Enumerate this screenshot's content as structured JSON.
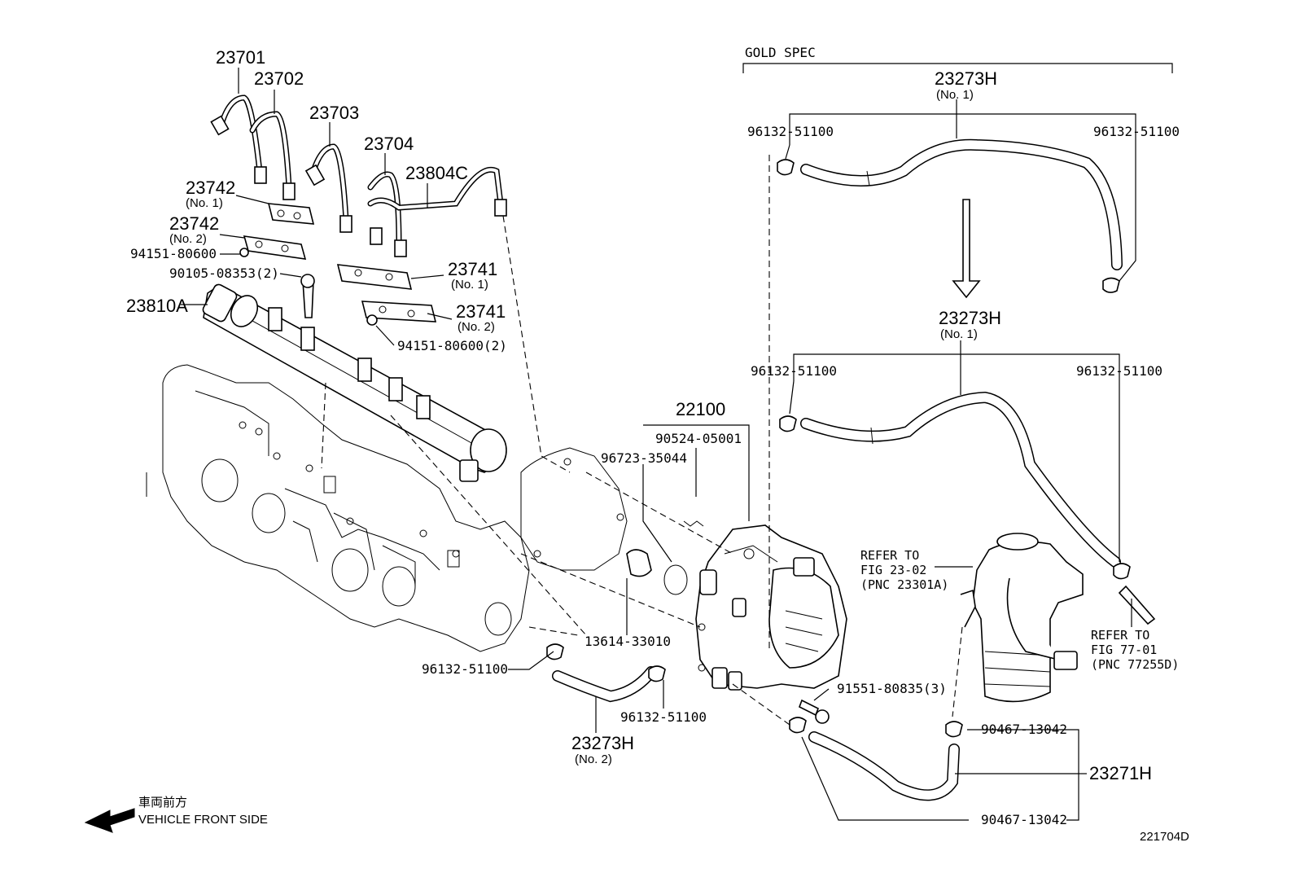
{
  "diagram": {
    "section_header": "GOLD SPEC",
    "figure_id": "221704D",
    "direction": {
      "jp": "車両前方",
      "en": "VEHICLE FRONT SIDE"
    },
    "labels": {
      "p23701": "23701",
      "p23702": "23702",
      "p23703": "23703",
      "p23704": "23704",
      "p23804c": "23804C",
      "p23742_no1": "23742",
      "p23742_no1_sub": "(No. 1)",
      "p23742_no2": "23742",
      "p23742_no2_sub": "(No. 2)",
      "p94151_80600": "94151-80600",
      "p90105": "90105-08353(2)",
      "p23810a": "23810A",
      "p23741_no1": "23741",
      "p23741_no1_sub": "(No. 1)",
      "p23741_no2": "23741",
      "p23741_no2_sub": "(No. 2)",
      "p94151_80600_2": "94151-80600(2)",
      "p22100": "22100",
      "p90524": "90524-05001",
      "p96723": "96723-35044",
      "p13614": "13614-33010",
      "p96132_left": "96132-51100",
      "p96132_bottom": "96132-51100",
      "p23273h_no2": "23273H",
      "p23273h_no2_sub": "(No. 2)",
      "p91551": "91551-80835(3)",
      "p90467_top": "90467-13042",
      "p90467_bottom": "90467-13042",
      "p23271h": "23271H",
      "p23273h_gold_top": "23273H",
      "p23273h_gold_top_sub": "(No. 1)",
      "p96132_gold_tl": "96132-51100",
      "p96132_gold_tr": "96132-51100",
      "p23273h_gold_mid": "23273H",
      "p23273h_gold_mid_sub": "(No. 1)",
      "p96132_gold_ml": "96132-51100",
      "p96132_gold_mr": "96132-51100"
    },
    "refer_notes": [
      {
        "line1": "REFER TO",
        "line2": "FIG 23-02",
        "line3": "(PNC 23301A)"
      },
      {
        "line1": "REFER TO",
        "line2": "FIG  77-01",
        "line3": "(PNC 77255D)"
      }
    ]
  }
}
